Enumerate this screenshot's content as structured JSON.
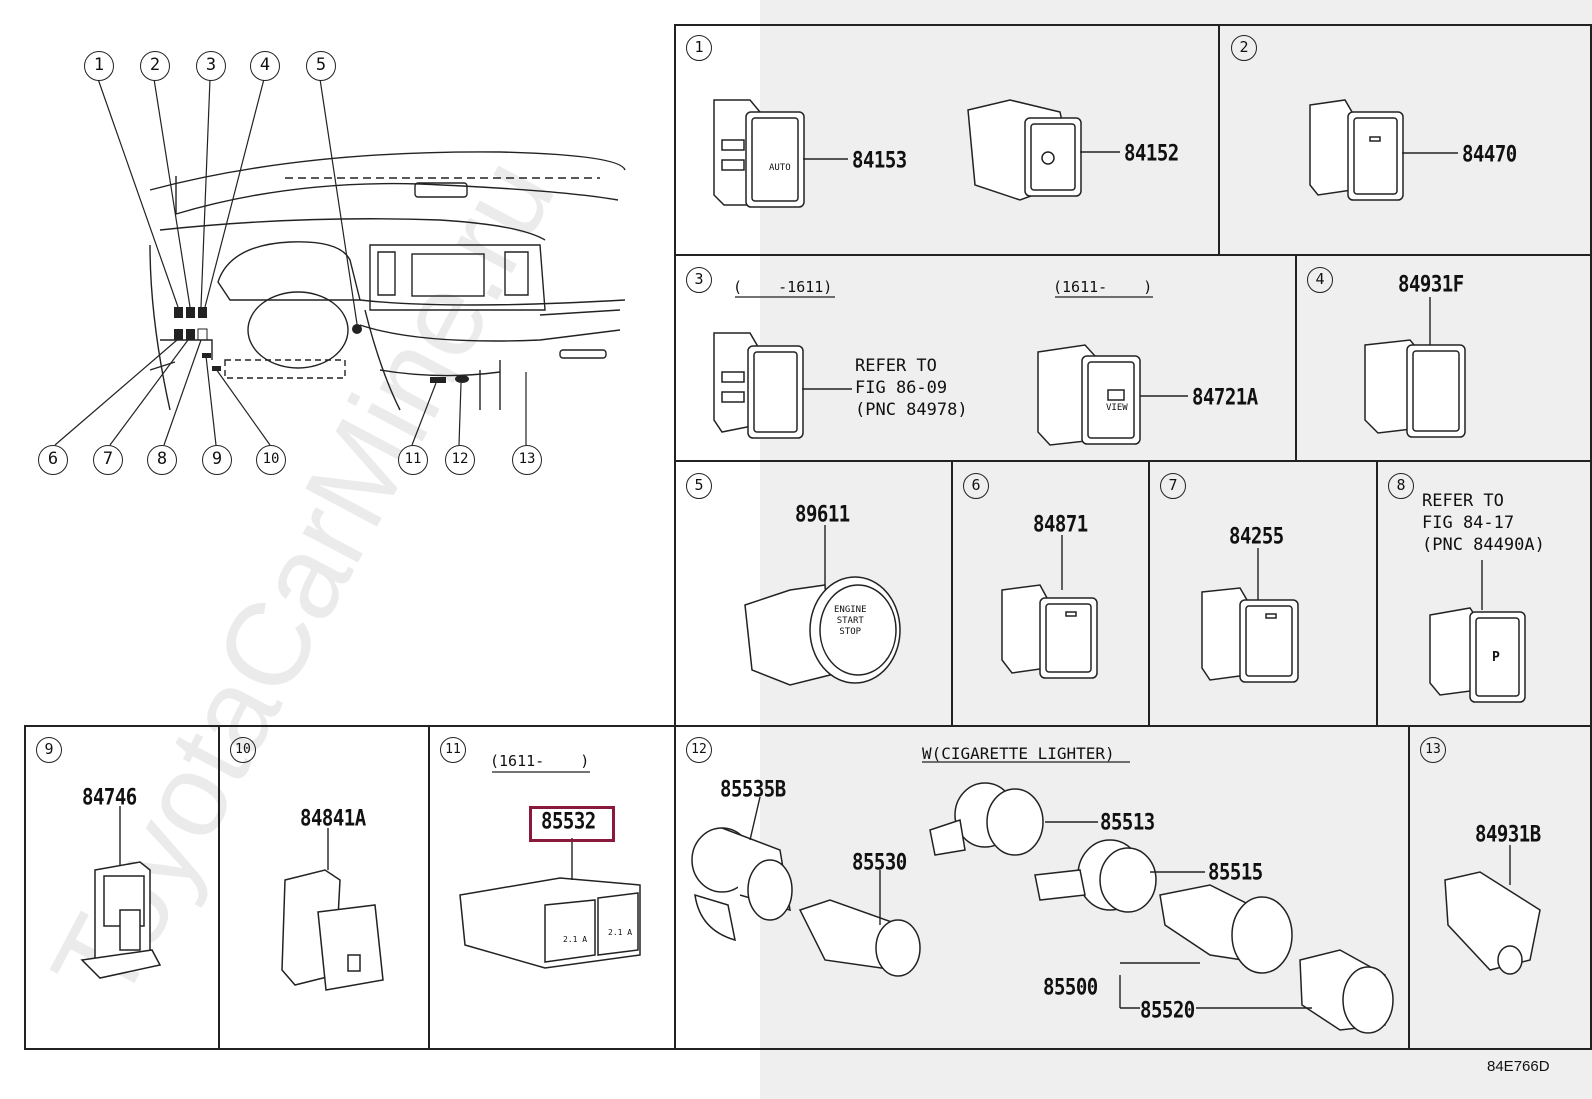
{
  "diagram_code": "84E766D",
  "watermark": "ToyotaCarMine.ru",
  "overview_callouts": [
    "1",
    "2",
    "3",
    "4",
    "5",
    "6",
    "7",
    "8",
    "9",
    "10",
    "11",
    "12",
    "13"
  ],
  "panels": [
    {
      "id": "1",
      "parts": [
        "84153",
        "84152"
      ],
      "icon_labels": [
        "AUTO"
      ]
    },
    {
      "id": "2",
      "parts": [
        "84470"
      ]
    },
    {
      "id": "3",
      "ranges": [
        "(    -1611)",
        "(1611-    )"
      ],
      "refer": "REFER TO\nFIG 86-09\n(PNC 84978)",
      "parts": [
        "84721A"
      ],
      "icon_labels": [
        "VIEW"
      ]
    },
    {
      "id": "4",
      "parts": [
        "84931F"
      ]
    },
    {
      "id": "5",
      "parts": [
        "89611"
      ],
      "icon_labels": [
        "ENGINE\nSTART\nSTOP"
      ]
    },
    {
      "id": "6",
      "parts": [
        "84871"
      ]
    },
    {
      "id": "7",
      "parts": [
        "84255"
      ]
    },
    {
      "id": "8",
      "refer": "REFER TO\nFIG 84-17\n(PNC 84490A)",
      "icon_labels": [
        "P"
      ]
    },
    {
      "id": "9",
      "parts": [
        "84746"
      ]
    },
    {
      "id": "10",
      "parts": [
        "84841A"
      ]
    },
    {
      "id": "11",
      "ranges": [
        "(1611-    )"
      ],
      "parts": [
        "85532"
      ],
      "highlighted": "85532",
      "icon_labels": [
        "2.1 A",
        "2.1 A"
      ]
    },
    {
      "id": "12",
      "heading": "W(CIGARETTE LIGHTER)",
      "parts": [
        "85535B",
        "85530",
        "85513",
        "85515",
        "85500",
        "85520"
      ]
    },
    {
      "id": "13",
      "parts": [
        "84931B"
      ]
    }
  ],
  "colors": {
    "highlight": "#8a1a3c",
    "shade": "#efefef",
    "line": "#222222"
  }
}
